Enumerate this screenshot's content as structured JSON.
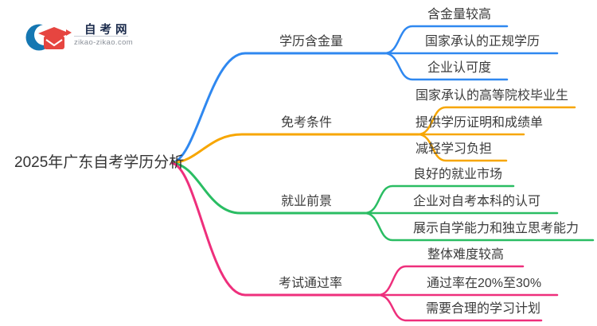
{
  "logo": {
    "site_name": "自考网",
    "site_url": "zikao-zikao.com",
    "brand_blue": "#1577b2",
    "brand_red": "#e64540",
    "brand_navy": "#1b2b4c"
  },
  "mindmap": {
    "root": {
      "label": "2025年广东自考学历分析"
    },
    "branches": [
      {
        "label": "学历含金量",
        "color": "#2f88f0",
        "children": [
          "含金量较高",
          "国家承认的正规学历",
          "企业认可度"
        ]
      },
      {
        "label": "免考条件",
        "color": "#f7a600",
        "children": [
          "国家承认的高等院校毕业生",
          "提供学历证明和成绩单",
          "减轻学习负担"
        ]
      },
      {
        "label": "就业前景",
        "color": "#2abd63",
        "children": [
          "良好的就业市场",
          "企业对自考本科的认可",
          "展示自学能力和独立思考能力"
        ]
      },
      {
        "label": "考试通过率",
        "color": "#ee2f7c",
        "children": [
          "整体难度较高",
          "通过率在20%至30%",
          "需要合理的学习计划"
        ]
      }
    ]
  }
}
